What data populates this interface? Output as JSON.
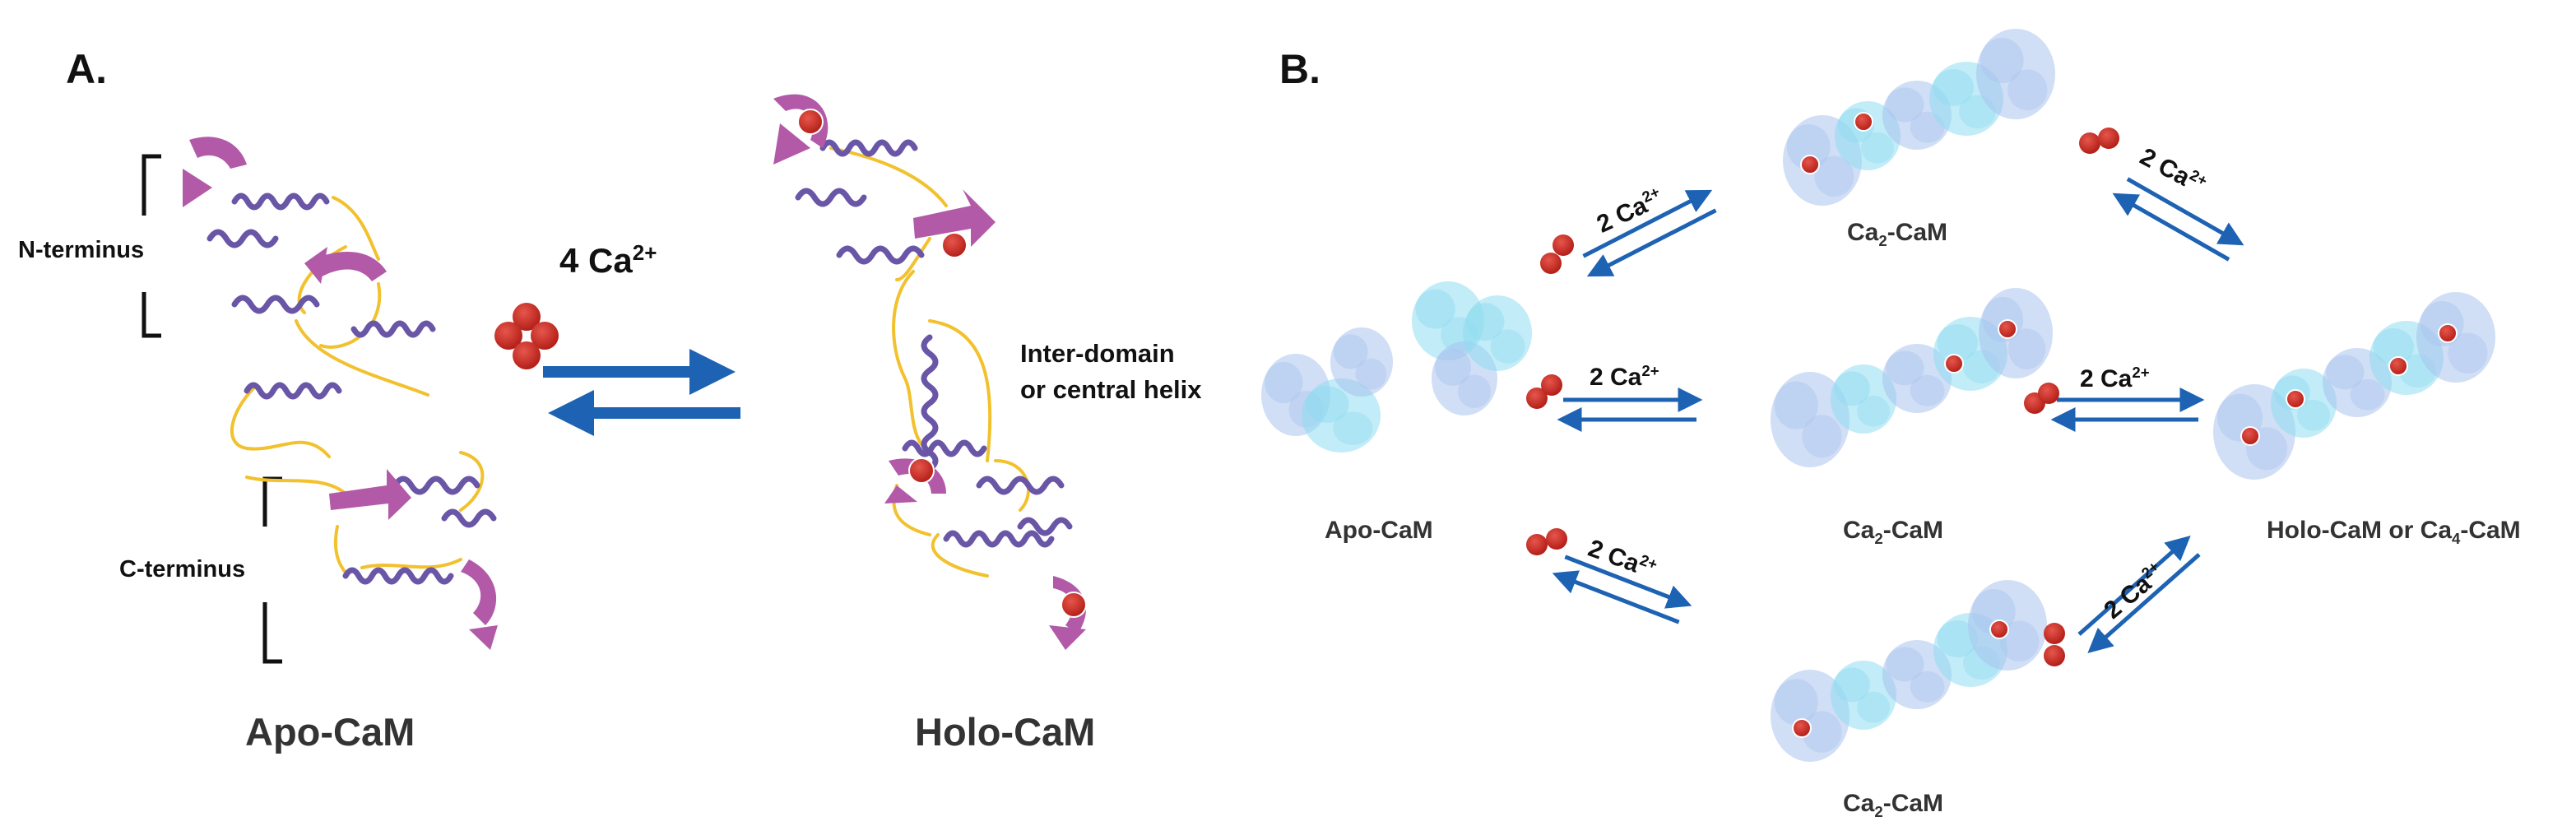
{
  "panels": {
    "a": "A.",
    "b": "B."
  },
  "panel_a": {
    "n_terminus": "N-terminus",
    "c_terminus": "C-terminus",
    "apo_name": "Apo-CaM",
    "holo_name": "Holo-CaM",
    "calcium_prefix": "4 Ca",
    "calcium_charge": "2+",
    "helix_line1": "Inter-domain",
    "helix_line2": "or central helix"
  },
  "panel_b": {
    "apo": "Apo-CaM",
    "ca2_base": "Ca",
    "ca2_sub": "2",
    "ca2_suffix": "-CaM",
    "holo_prefix": "Holo-CaM or Ca",
    "holo_sub": "4",
    "holo_suffix": "-CaM",
    "ca_step_prefix": "2 Ca",
    "ca_step_charge": "2+"
  },
  "colors": {
    "helix": "#6a56a6",
    "strand": "#b25aa8",
    "loop": "#f2c12e",
    "calcium": "#cc2b22",
    "arrow": "#1e63b3",
    "protein_blue": "#a9c3ee",
    "protein_cyan": "#8fdcf0"
  }
}
